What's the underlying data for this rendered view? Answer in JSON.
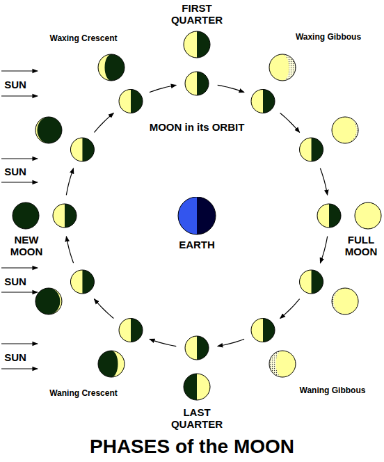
{
  "diagram": {
    "title": "PHASES of the MOON",
    "nodes": [
      {
        "text": [
          "EARTH"
        ]
      }
    ],
    "labels": [
      "FIRST QUARTER",
      "Waxing Crescent",
      "Waxing Gibbous",
      "SUN",
      "MOON in its ORBIT",
      "SUN",
      "NEW MOON",
      "FULL MOON",
      "SUN",
      "SUN",
      "Waning Crescent",
      "Waning Gibbous",
      "LAST QUARTER"
    ]
  }
}
